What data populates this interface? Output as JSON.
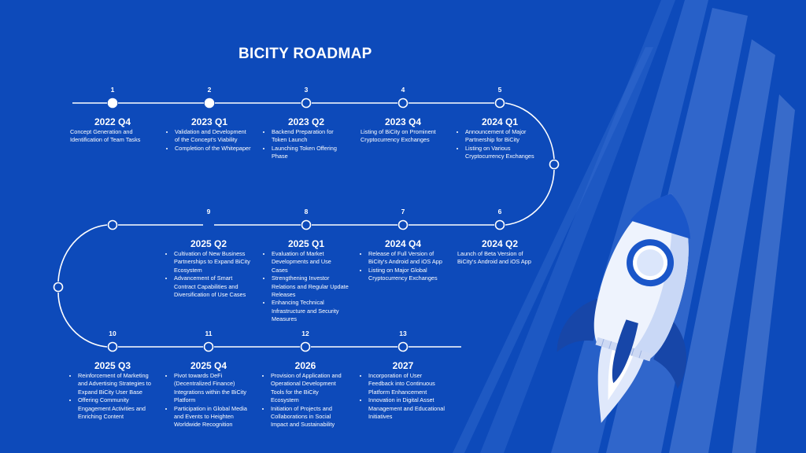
{
  "title": "BICITY ROADMAP",
  "colors": {
    "background": "#0d4aba",
    "line": "#ffffff",
    "rocket_body": "#ffffff",
    "rocket_accent": "#1a56c9"
  },
  "milestones": [
    {
      "num": "1",
      "period": "2022 Q4",
      "filled": true,
      "text": "Concept Generation and Identification of Team Tasks",
      "items": []
    },
    {
      "num": "2",
      "period": "2023 Q1",
      "filled": true,
      "text": "",
      "items": [
        "Validation and Development of the Concept's Viability",
        "Completion of the Whitepaper"
      ]
    },
    {
      "num": "3",
      "period": "2023 Q2",
      "filled": false,
      "text": "",
      "items": [
        "Backend Preparation for Token Launch",
        "Launching Token Offering Phase"
      ]
    },
    {
      "num": "4",
      "period": "2023 Q4",
      "filled": false,
      "text": "Listing of BiCity on Prominent Cryptocurrency Exchanges",
      "items": []
    },
    {
      "num": "5",
      "period": "2024 Q1",
      "filled": false,
      "text": "",
      "items": [
        "Announcement of Major Partnership for BiCity",
        "Listing on Various Cryptocurrency Exchanges"
      ]
    },
    {
      "num": "6",
      "period": "2024 Q2",
      "filled": false,
      "text": "Launch of Beta Version of BiCity's Android and iOS App",
      "items": []
    },
    {
      "num": "7",
      "period": "2024 Q4",
      "filled": false,
      "text": "",
      "items": [
        "Release of Full Version of BiCity's Android and iOS App",
        "Listing on Major Global Cryptocurrency Exchanges"
      ]
    },
    {
      "num": "8",
      "period": "2025 Q1",
      "filled": false,
      "text": "",
      "items": [
        "Evaluation of Market Developments and Use Cases",
        "Strengthening Investor Relations and Regular Update Releases",
        "Enhancing Technical Infrastructure and Security Measures"
      ]
    },
    {
      "num": "9",
      "period": "2025 Q2",
      "filled": false,
      "text": "",
      "items": [
        "Cultivation of New Business Partnerships to Expand BiCity Ecosystem",
        "Advancement of Smart Contract Capabilities and Diversification of Use Cases"
      ]
    },
    {
      "num": "10",
      "period": "2025 Q3",
      "filled": false,
      "text": "",
      "items": [
        "Reinforcement of Marketing and Advertising Strategies to Expand BiCity User Base",
        "Offering Community Engagement Activities and Enriching Content"
      ]
    },
    {
      "num": "11",
      "period": "2025 Q4",
      "filled": false,
      "text": "",
      "items": [
        "Pivot towards DeFi (Decentralized Finance) Integrations within the BiCity Platform",
        "Participation in Global Media and Events to Heighten Worldwide Recognition"
      ]
    },
    {
      "num": "12",
      "period": "2026",
      "filled": false,
      "text": "",
      "items": [
        "Provision of Application and Operational Development Tools for the BiCity Ecosystem",
        "Initiation of Projects and Collaborations in Social Impact and Sustainability"
      ]
    },
    {
      "num": "13",
      "period": "2027",
      "filled": false,
      "text": "",
      "items": [
        "Incorporation of User Feedback into Continuous Platform Enhancement",
        "Innovation in Digital Asset Management and Educational Initiatives"
      ]
    }
  ]
}
